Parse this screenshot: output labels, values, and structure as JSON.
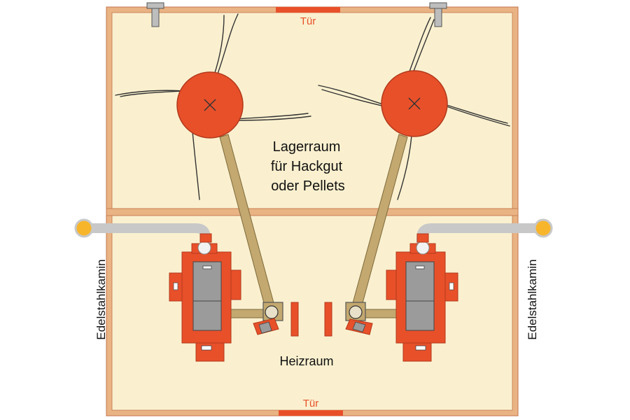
{
  "labels": {
    "door_top": "Tür",
    "door_bottom": "Tür",
    "storage_line1": "Lagerraum",
    "storage_line2": "für Hackgut",
    "storage_line3": "oder Pellets",
    "boiler_room": "Heizraum",
    "chimney_left": "Edelstahlkamin",
    "chimney_right": "Edelstahlkamin"
  },
  "colors": {
    "floor": "#faf0cf",
    "wall": "#e9b383",
    "wall_stroke": "#c4764c",
    "accent_red": "#e8502a",
    "auger": "#c3a86f",
    "boiler_gray": "#9b9b9b",
    "pipe_gray": "#c8c8c8",
    "chimney_yellow": "#f7b52c"
  }
}
